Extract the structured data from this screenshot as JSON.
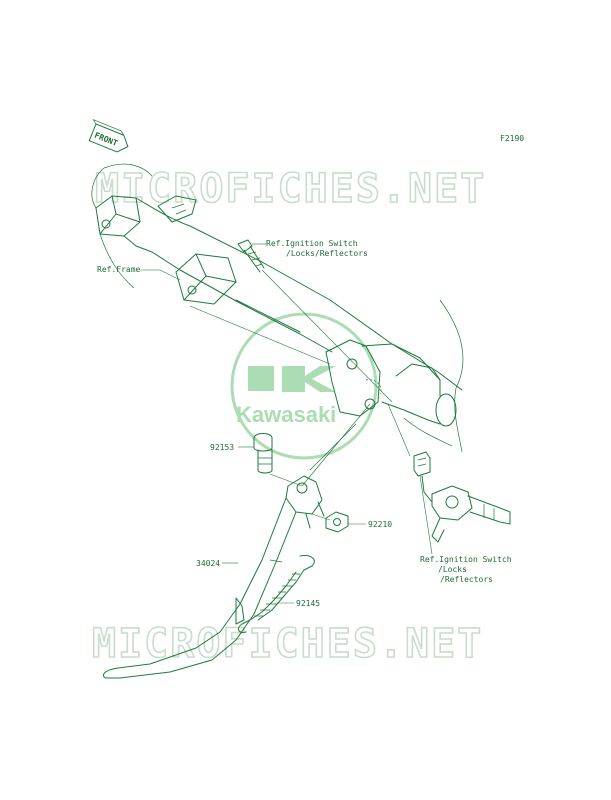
{
  "figure_code": "F2190",
  "front_badge": "FRONT",
  "watermark": {
    "text": "MICROFICHES.NET",
    "logo_text": "Kawasaki",
    "logo_color": "#8fd19c",
    "text_color": "#c9dccd"
  },
  "line_color": "#1e7a3c",
  "labels": {
    "ref_ignition_top_1": "Ref.Ignition Switch",
    "ref_ignition_top_2": "/Locks/Reflectors",
    "ref_frame": "Ref.Frame",
    "part_92153": "92153",
    "part_92210": "92210",
    "part_34024": "34024",
    "part_92145": "92145",
    "ref_ignition_bottom_1": "Ref.Ignition Switch",
    "ref_ignition_bottom_2": "/Locks",
    "ref_ignition_bottom_3": "/Reflectors"
  }
}
